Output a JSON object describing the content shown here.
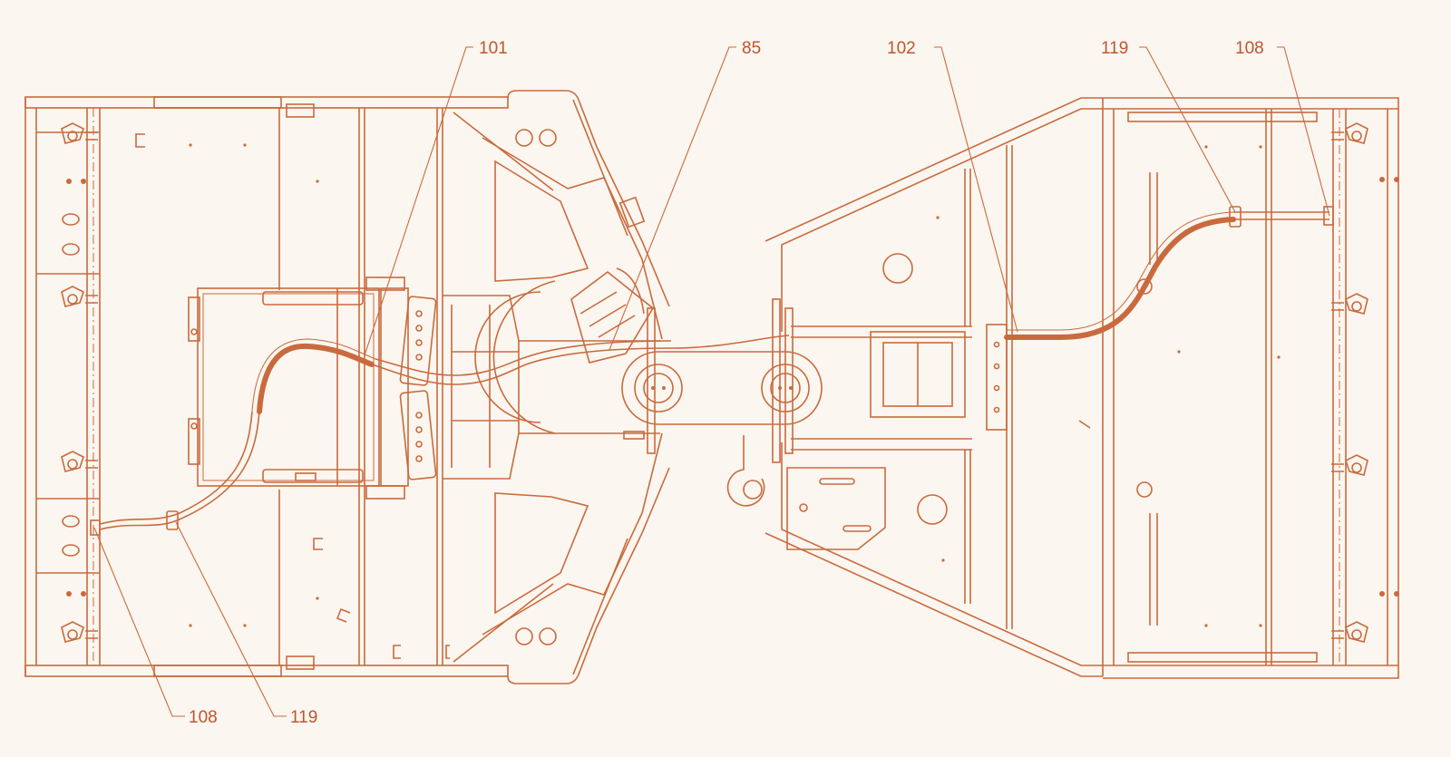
{
  "colors": {
    "line": "#c96a3e",
    "label": "#c0552e",
    "background": "#fbf6ef"
  },
  "labels": {
    "l101": "101",
    "l85": "85",
    "l102": "102",
    "l119_top": "119",
    "l108_top": "108",
    "l108_bottom": "108",
    "l119_bottom": "119"
  }
}
